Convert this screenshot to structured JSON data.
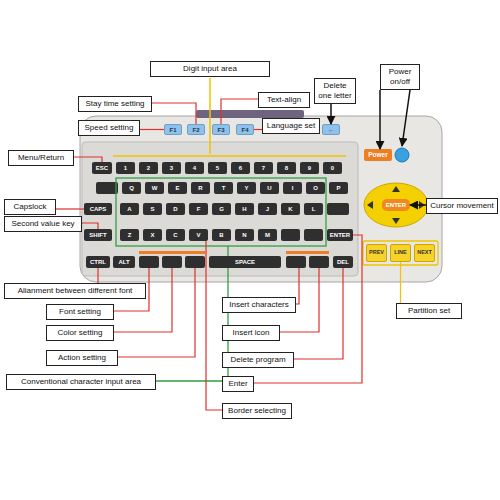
{
  "diagram": {
    "nodes": [
      {
        "text": [
          "Digit input area"
        ]
      },
      {
        "text": [
          "Stay time setting"
        ]
      },
      {
        "text": [
          "Text-align"
        ]
      },
      {
        "text": [
          "Delete one letter"
        ]
      },
      {
        "text": [
          "Power on/off"
        ]
      },
      {
        "text": [
          "Speed setting"
        ]
      },
      {
        "text": [
          "Language set"
        ]
      },
      {
        "text": [
          "F1"
        ]
      },
      {
        "text": [
          "F2"
        ]
      },
      {
        "text": [
          "F3"
        ]
      },
      {
        "text": [
          "F4"
        ]
      },
      {
        "text": [
          "←"
        ]
      },
      {
        "text": [
          "Menu/Return"
        ]
      },
      {
        "text": [
          "Power"
        ]
      },
      {
        "text": [
          "ESC"
        ]
      },
      {
        "text": [
          "1"
        ]
      },
      {
        "text": [
          "2"
        ]
      },
      {
        "text": [
          "3"
        ]
      },
      {
        "text": [
          "4"
        ]
      },
      {
        "text": [
          "5"
        ]
      },
      {
        "text": [
          "6"
        ]
      },
      {
        "text": [
          "7"
        ]
      },
      {
        "text": [
          "8"
        ]
      },
      {
        "text": [
          "9"
        ]
      },
      {
        "text": [
          "0"
        ]
      },
      {
        "text": [
          "Q"
        ]
      },
      {
        "text": [
          "W"
        ]
      },
      {
        "text": [
          "E"
        ]
      },
      {
        "text": [
          "R"
        ]
      },
      {
        "text": [
          "T"
        ]
      },
      {
        "text": [
          "Y"
        ]
      },
      {
        "text": [
          "U"
        ]
      },
      {
        "text": [
          "I"
        ]
      },
      {
        "text": [
          "O"
        ]
      },
      {
        "text": [
          "P"
        ]
      },
      {
        "text": [
          "Capslock"
        ]
      },
      {
        "text": [
          "CAPS"
        ]
      },
      {
        "text": [
          "A"
        ]
      },
      {
        "text": [
          "S"
        ]
      },
      {
        "text": [
          "D"
        ]
      },
      {
        "text": [
          "F"
        ]
      },
      {
        "text": [
          "G"
        ]
      },
      {
        "text": [
          "H"
        ]
      },
      {
        "text": [
          "J"
        ]
      },
      {
        "text": [
          "K"
        ]
      },
      {
        "text": [
          "L"
        ]
      },
      {
        "text": [
          "ENTER"
        ]
      },
      {
        "text": [
          "Cursor movement"
        ]
      },
      {
        "text": [
          "Second value key"
        ]
      },
      {
        "text": [
          "SHIFT"
        ]
      },
      {
        "text": [
          "Z"
        ]
      },
      {
        "text": [
          "X"
        ]
      },
      {
        "text": [
          "C"
        ]
      },
      {
        "text": [
          "V"
        ]
      },
      {
        "text": [
          "B"
        ]
      },
      {
        "text": [
          "N"
        ]
      },
      {
        "text": [
          "M"
        ]
      },
      {
        "text": [
          "ENTER"
        ]
      },
      {
        "text": [
          "PREV"
        ]
      },
      {
        "text": [
          "LINE"
        ]
      },
      {
        "text": [
          "NEXT"
        ]
      },
      {
        "text": [
          "CTRL"
        ]
      },
      {
        "text": [
          "ALT"
        ]
      },
      {
        "text": [
          "SPACE"
        ]
      },
      {
        "text": [
          "DEL"
        ]
      },
      {
        "text": [
          "Alianment between different font"
        ]
      },
      {
        "text": [
          "Insert characters"
        ]
      },
      {
        "text": [
          "Font setting"
        ]
      },
      {
        "text": [
          "Partition set"
        ]
      },
      {
        "text": [
          "Color setting"
        ]
      },
      {
        "text": [
          "Insert icon"
        ]
      },
      {
        "text": [
          "Action setting"
        ]
      },
      {
        "text": [
          "Delete program"
        ]
      },
      {
        "text": [
          "Conventional character input area"
        ]
      },
      {
        "text": [
          "Enter"
        ]
      },
      {
        "text": [
          "Border selecting"
        ]
      }
    ],
    "edges": [
      {
        "from": 5,
        "to": 7,
        "arrow": "none"
      },
      {
        "from": 1,
        "to": 8,
        "arrow": "none"
      },
      {
        "from": 2,
        "to": 9,
        "arrow": "none"
      },
      {
        "from": 6,
        "to": 10,
        "arrow": "none"
      },
      {
        "from": 3,
        "to": 11,
        "arrow": "to"
      },
      {
        "from": 4,
        "to": 13,
        "arrow": "to"
      },
      {
        "from": 12,
        "to": 14,
        "arrow": "none"
      },
      {
        "from": 47,
        "to": 46,
        "arrow": "to"
      },
      {
        "from": 35,
        "to": 36,
        "arrow": "none"
      },
      {
        "from": 48,
        "to": 49,
        "arrow": "none"
      },
      {
        "from": 65,
        "to": 61,
        "arrow": "none"
      },
      {
        "from": 68,
        "to": 59,
        "arrow": "none"
      },
      {
        "from": 72,
        "to": 64,
        "arrow": "none"
      },
      {
        "from": 74,
        "to": 57,
        "arrow": "none"
      },
      {
        "from": 75,
        "to": 53,
        "arrow": "none"
      }
    ]
  }
}
